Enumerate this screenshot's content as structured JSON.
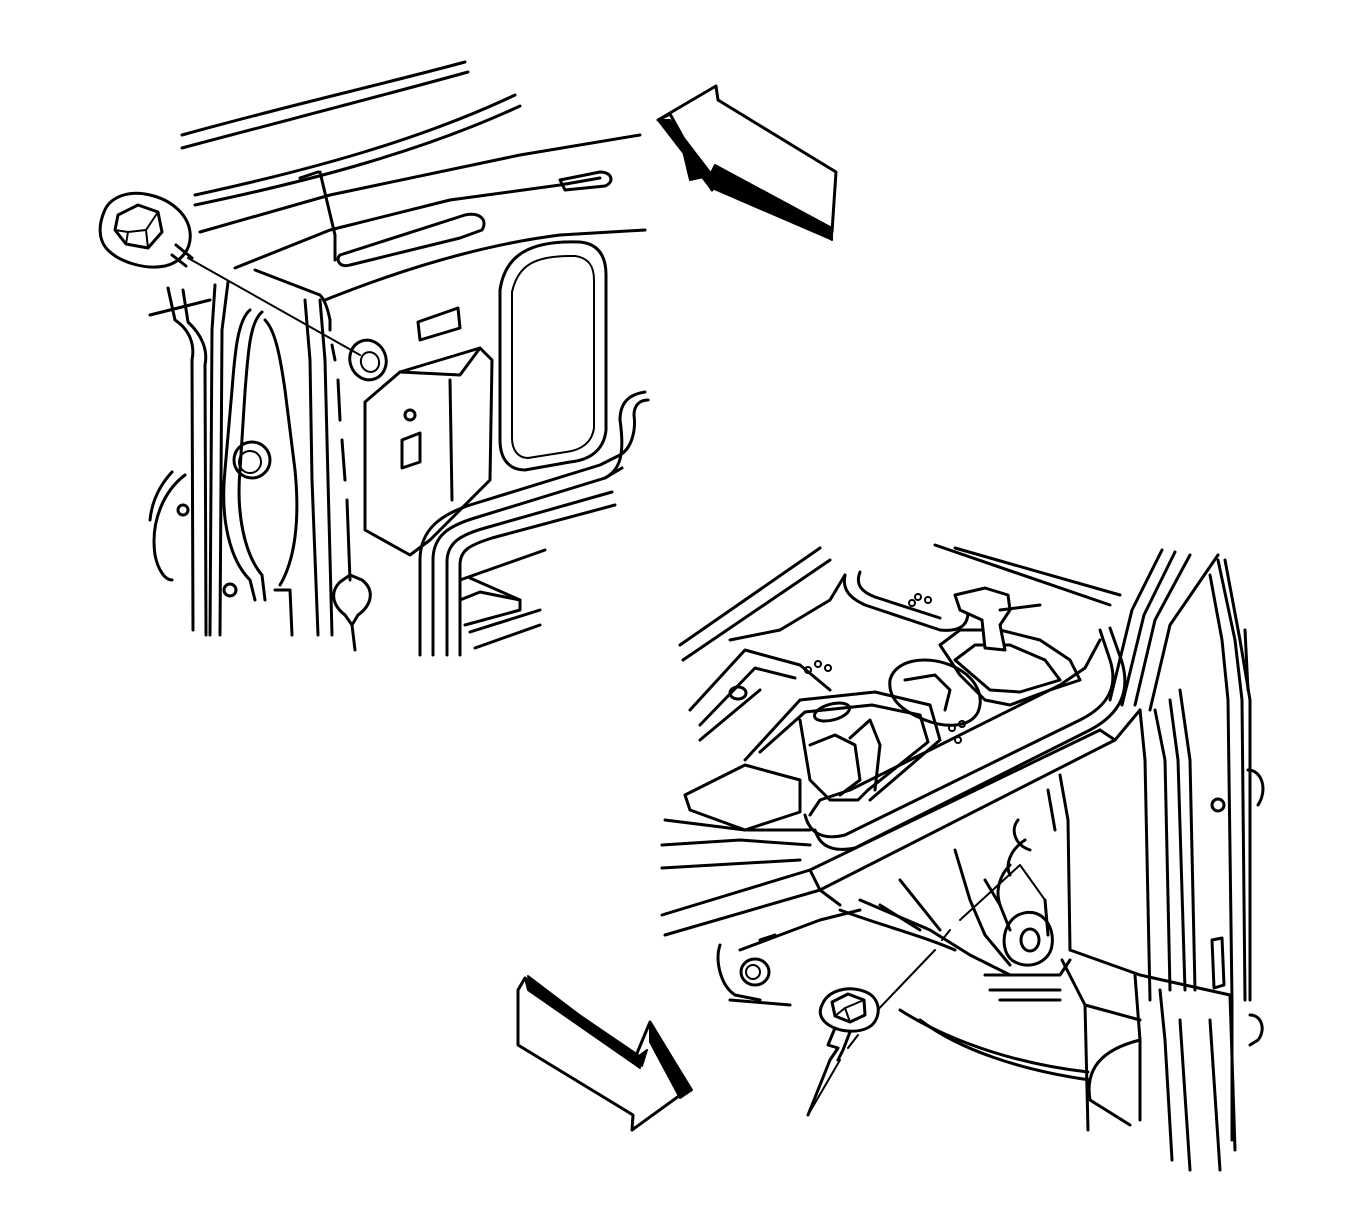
{
  "diagram": {
    "views": [
      {
        "id": "upper-left-view",
        "content": "fastener-removal-at-upper-panel"
      },
      {
        "id": "lower-right-view",
        "content": "fastener-removal-at-lower-frame"
      }
    ],
    "arrows": [
      {
        "id": "direction-arrow-upper",
        "direction": "up-left"
      },
      {
        "id": "direction-arrow-lower",
        "direction": "down-right"
      }
    ],
    "fasteners": [
      {
        "id": "flange-bolt-upper",
        "icon": "hex-flange-bolt-icon"
      },
      {
        "id": "flange-bolt-lower",
        "icon": "hex-screw-icon"
      }
    ],
    "colors": {
      "line": "#000000",
      "background": "#ffffff"
    }
  }
}
